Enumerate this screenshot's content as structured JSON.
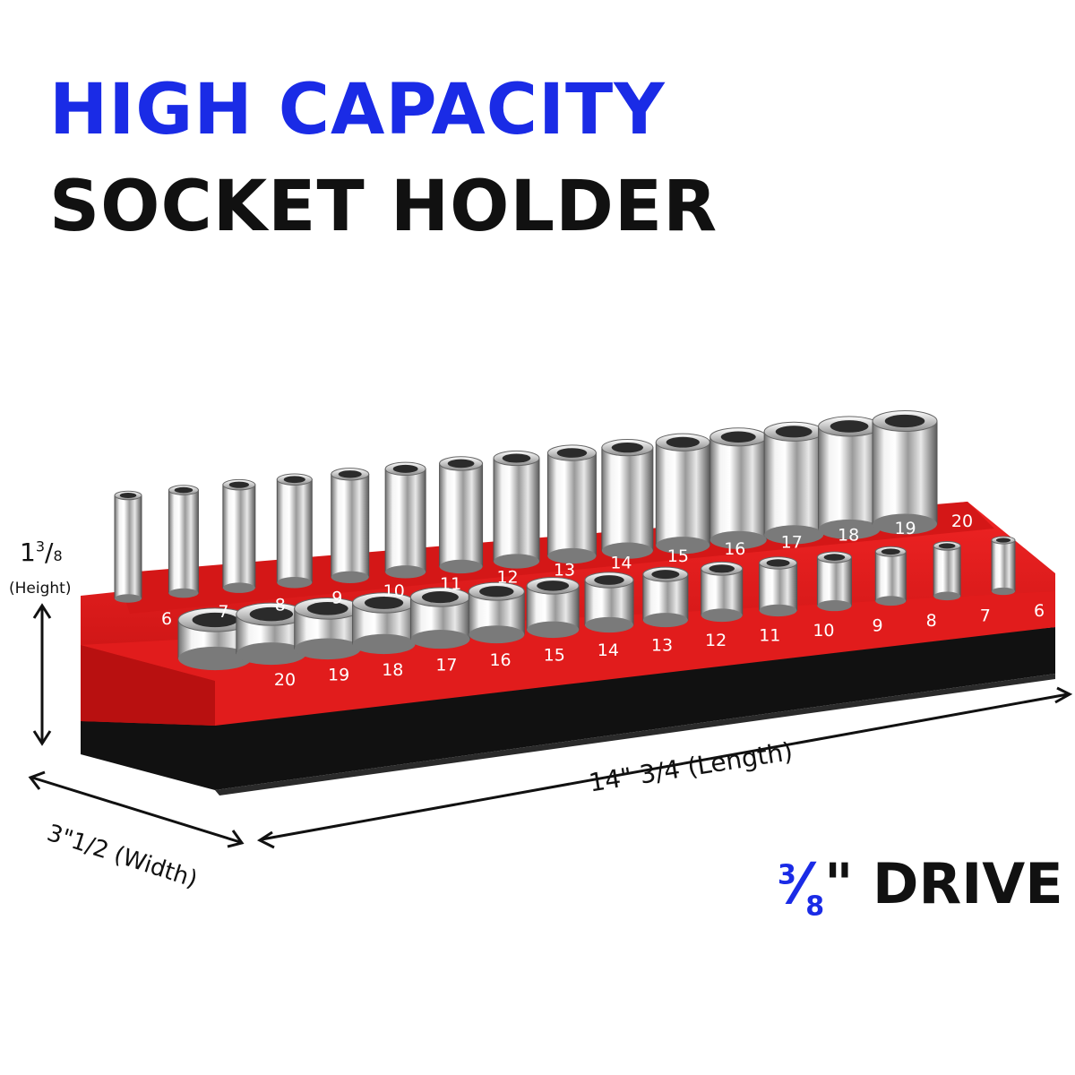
{
  "headline": {
    "line1": "HIGH CAPACITY",
    "line2": "SOCKET HOLDER"
  },
  "dimensions": {
    "height_whole": "1",
    "height_num": "3",
    "height_den": "8",
    "height_word": "(Height)",
    "width": "3\"1/2 (Width)",
    "length": "14\" 3/4 (Length)"
  },
  "drive": {
    "frac_num": "3",
    "frac_den": "8",
    "quote": "\"",
    "word": "DRIVE"
  },
  "back_row_sizes": [
    "6",
    "7",
    "8",
    "9",
    "10",
    "11",
    "12",
    "13",
    "14",
    "15",
    "16",
    "17",
    "18",
    "19",
    "20"
  ],
  "front_row_sizes": [
    "20",
    "19",
    "18",
    "17",
    "16",
    "15",
    "14",
    "13",
    "12",
    "11",
    "10",
    "9",
    "8",
    "7",
    "6"
  ],
  "colors": {
    "headline_blue": "#1a2be6",
    "rail_red": "#e01a1a",
    "base_black": "#111111"
  }
}
